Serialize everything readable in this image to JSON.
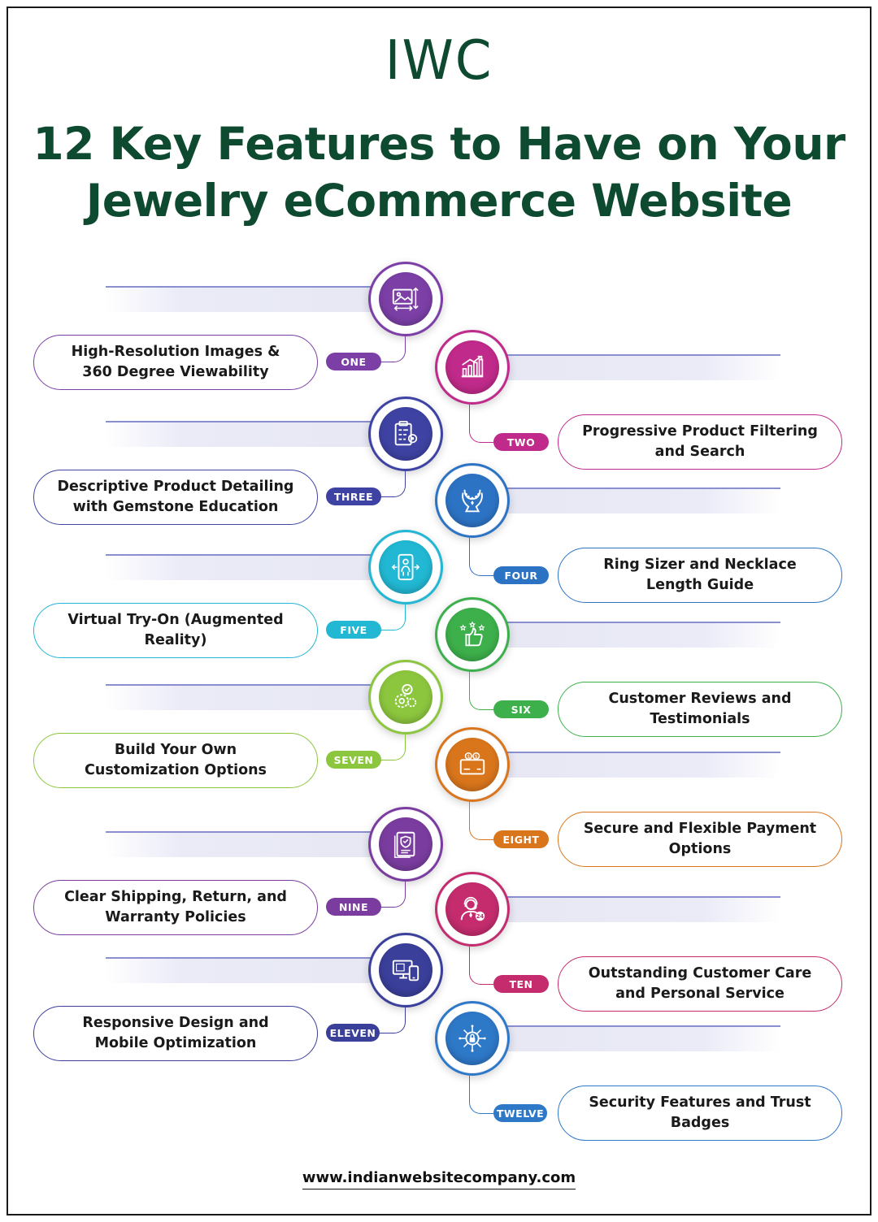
{
  "brand": {
    "logo": "IWC"
  },
  "title": {
    "line1": "12 Key Features to Have on Your",
    "line2": "Jewelry eCommerce Website"
  },
  "features": [
    {
      "number": "ONE",
      "text": "High-Resolution Images & 360 Degree Viewability",
      "color": "#7b3fa6",
      "icon": "image-resize-icon"
    },
    {
      "number": "TWO",
      "text": "Progressive Product Filtering and Search",
      "color": "#c02a8a",
      "icon": "growth-chart-icon"
    },
    {
      "number": "THREE",
      "text": "Descriptive Product Detailing with Gemstone Education",
      "color": "#3e43a3",
      "icon": "clipboard-gear-icon"
    },
    {
      "number": "FOUR",
      "text": "Ring Sizer and Necklace Length Guide",
      "color": "#2d73c4",
      "icon": "necklace-bust-icon"
    },
    {
      "number": "FIVE",
      "text": "Virtual Try-On (Augmented Reality)",
      "color": "#22b7d2",
      "icon": "ar-phone-icon"
    },
    {
      "number": "SIX",
      "text": "Customer Reviews and Testimonials",
      "color": "#3db04b",
      "icon": "thumbs-up-stars-icon"
    },
    {
      "number": "SEVEN",
      "text": "Build Your Own Customization Options",
      "color": "#8cc63e",
      "icon": "gears-check-icon"
    },
    {
      "number": "EIGHT",
      "text": "Secure and Flexible Payment Options",
      "color": "#d9761c",
      "icon": "card-payment-icon"
    },
    {
      "number": "NINE",
      "text": "Clear Shipping, Return, and Warranty Policies",
      "color": "#7a3d9f",
      "icon": "policy-document-icon"
    },
    {
      "number": "TEN",
      "text": "Outstanding Customer Care and Personal Service",
      "color": "#c42c6e",
      "icon": "support-agent-24-icon"
    },
    {
      "number": "ELEVEN",
      "text": "Responsive Design and Mobile Optimization",
      "color": "#3a3f9a",
      "icon": "devices-icon"
    },
    {
      "number": "TWELVE",
      "text": "Security Features and Trust Badges",
      "color": "#2e78c8",
      "icon": "security-lock-circuit-icon"
    }
  ],
  "footer": {
    "url": "www.indianwebsitecompany.com"
  }
}
